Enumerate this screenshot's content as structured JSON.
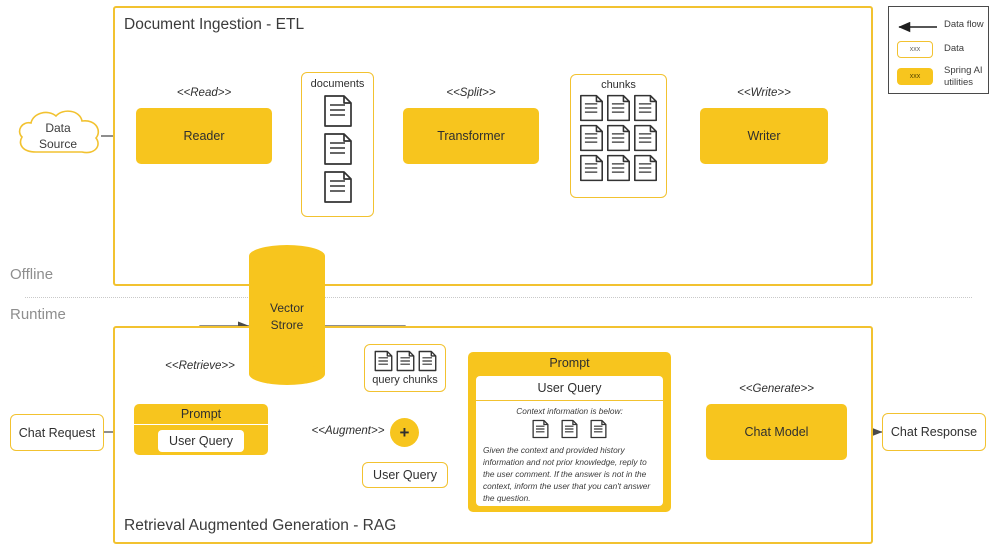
{
  "sections": {
    "ingestion": {
      "title": "Document Ingestion - ETL"
    },
    "rag": {
      "title": "Retrieval Augmented Generation - RAG"
    }
  },
  "phases": {
    "offline": "Offline",
    "runtime": "Runtime"
  },
  "ingestion": {
    "source": "Data Source",
    "source_line1": "Data",
    "source_line2": "Source",
    "read_stereotype": "<<Read>>",
    "reader": "Reader",
    "documents_label": "documents",
    "split_stereotype": "<<Split>>",
    "transformer": "Transformer",
    "chunks_label": "chunks",
    "write_stereotype": "<<Write>>",
    "writer": "Writer"
  },
  "vector_store": {
    "line1": "Vector",
    "line2": "Strore"
  },
  "rag": {
    "chat_request": "Chat Request",
    "retrieve_stereotype": "<<Retrieve>>",
    "prompt_title": "Prompt",
    "user_query": "User Query",
    "query_chunks_label": "query chunks",
    "augment_stereotype": "<<Augment>>",
    "user_query_data": "User Query",
    "big_prompt": {
      "title": "Prompt",
      "user_query": "User Query",
      "context_label": "Context information is below:",
      "instructions": "Given the context and provided history information and not prior knowledge, reply to the user comment. If the answer is not in the context, inform the user that you can't answer the question."
    },
    "generate_stereotype": "<<Generate>>",
    "chat_model": "Chat Model",
    "chat_response": "Chat Response"
  },
  "legend": {
    "data_flow": "Data flow",
    "data": "Data",
    "spring_line1": "Spring AI",
    "spring_line2": "utilities",
    "chip_placeholder": "xxx"
  },
  "colors": {
    "accent": "#F7C51E",
    "outline": "#F2C230",
    "wire": "#4a4a4a",
    "phase_text": "#8e8e8e"
  }
}
